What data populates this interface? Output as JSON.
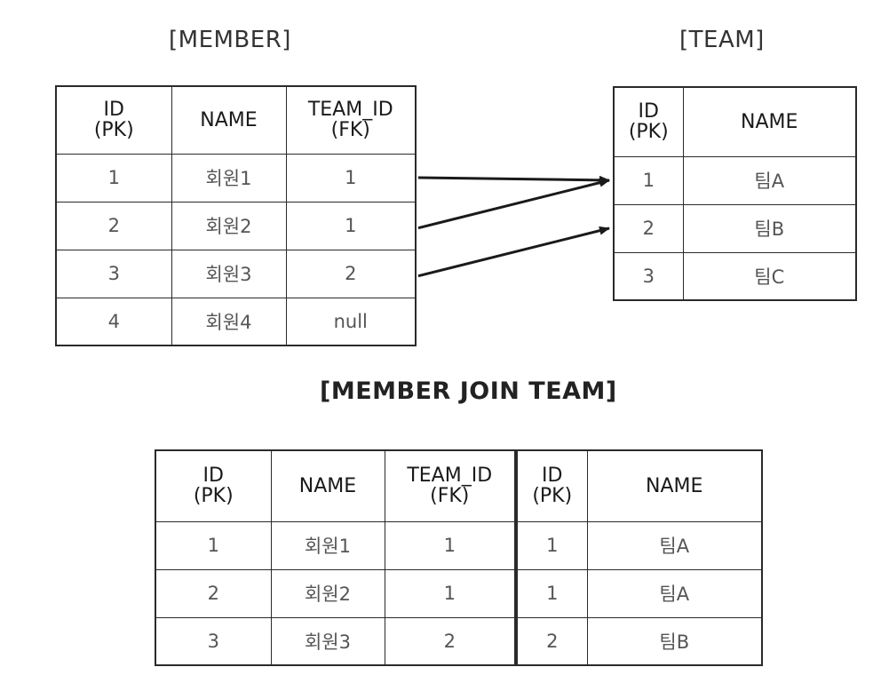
{
  "member": {
    "title": "[MEMBER]",
    "headers": [
      "ID\n(PK)",
      "NAME",
      "TEAM_ID\n(FK)"
    ],
    "rows": [
      [
        "1",
        "회원1",
        "1"
      ],
      [
        "2",
        "회원2",
        "1"
      ],
      [
        "3",
        "회원3",
        "2"
      ],
      [
        "4",
        "회원4",
        "null"
      ]
    ]
  },
  "team": {
    "title": "[TEAM]",
    "headers": [
      "ID\n(PK)",
      "NAME"
    ],
    "rows": [
      [
        "1",
        "팀A"
      ],
      [
        "2",
        "팀B"
      ],
      [
        "3",
        "팀C"
      ]
    ]
  },
  "join": {
    "title": "[MEMBER JOIN TEAM]",
    "headers": [
      "ID\n(PK)",
      "NAME",
      "TEAM_ID\n(FK)",
      "ID\n(PK)",
      "NAME"
    ],
    "rows": [
      [
        "1",
        "회원1",
        "1",
        "1",
        "팀A"
      ],
      [
        "2",
        "회원2",
        "1",
        "1",
        "팀A"
      ],
      [
        "3",
        "회원3",
        "2",
        "2",
        "팀B"
      ]
    ]
  },
  "links": [
    {
      "from_member_row": 0,
      "to_team_row": 0
    },
    {
      "from_member_row": 1,
      "to_team_row": 0
    },
    {
      "from_member_row": 2,
      "to_team_row": 1
    }
  ]
}
